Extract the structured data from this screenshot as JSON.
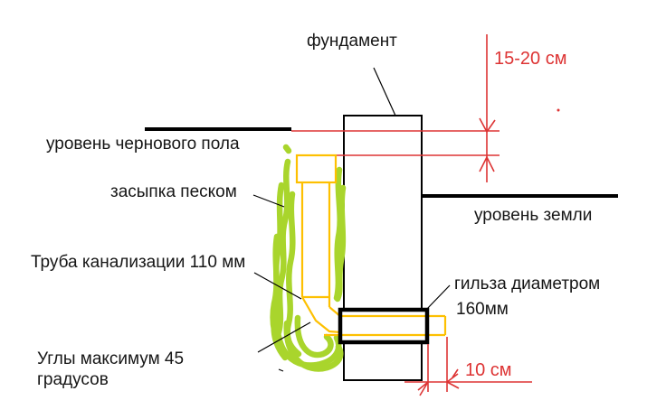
{
  "diagram": {
    "labels": {
      "foundation": "фундамент",
      "dim_top": "15-20 см",
      "rough_floor_level": "уровень чернового пола",
      "sand_backfill": "засыпка песком",
      "ground_level": "уровень земли",
      "sewer_pipe": "Труба канализации 110 мм",
      "sleeve_line1": "гильза диаметром",
      "sleeve_line2": "160мм",
      "angles_line1": "Углы максимум 45",
      "angles_line2": "градусов",
      "dim_bottom": "10 см"
    },
    "colors": {
      "pipe_orange": "#fdc001",
      "highlighter_green": "#a9d52c",
      "dimension_red": "#dd3434",
      "structure_black": "#000000"
    }
  }
}
